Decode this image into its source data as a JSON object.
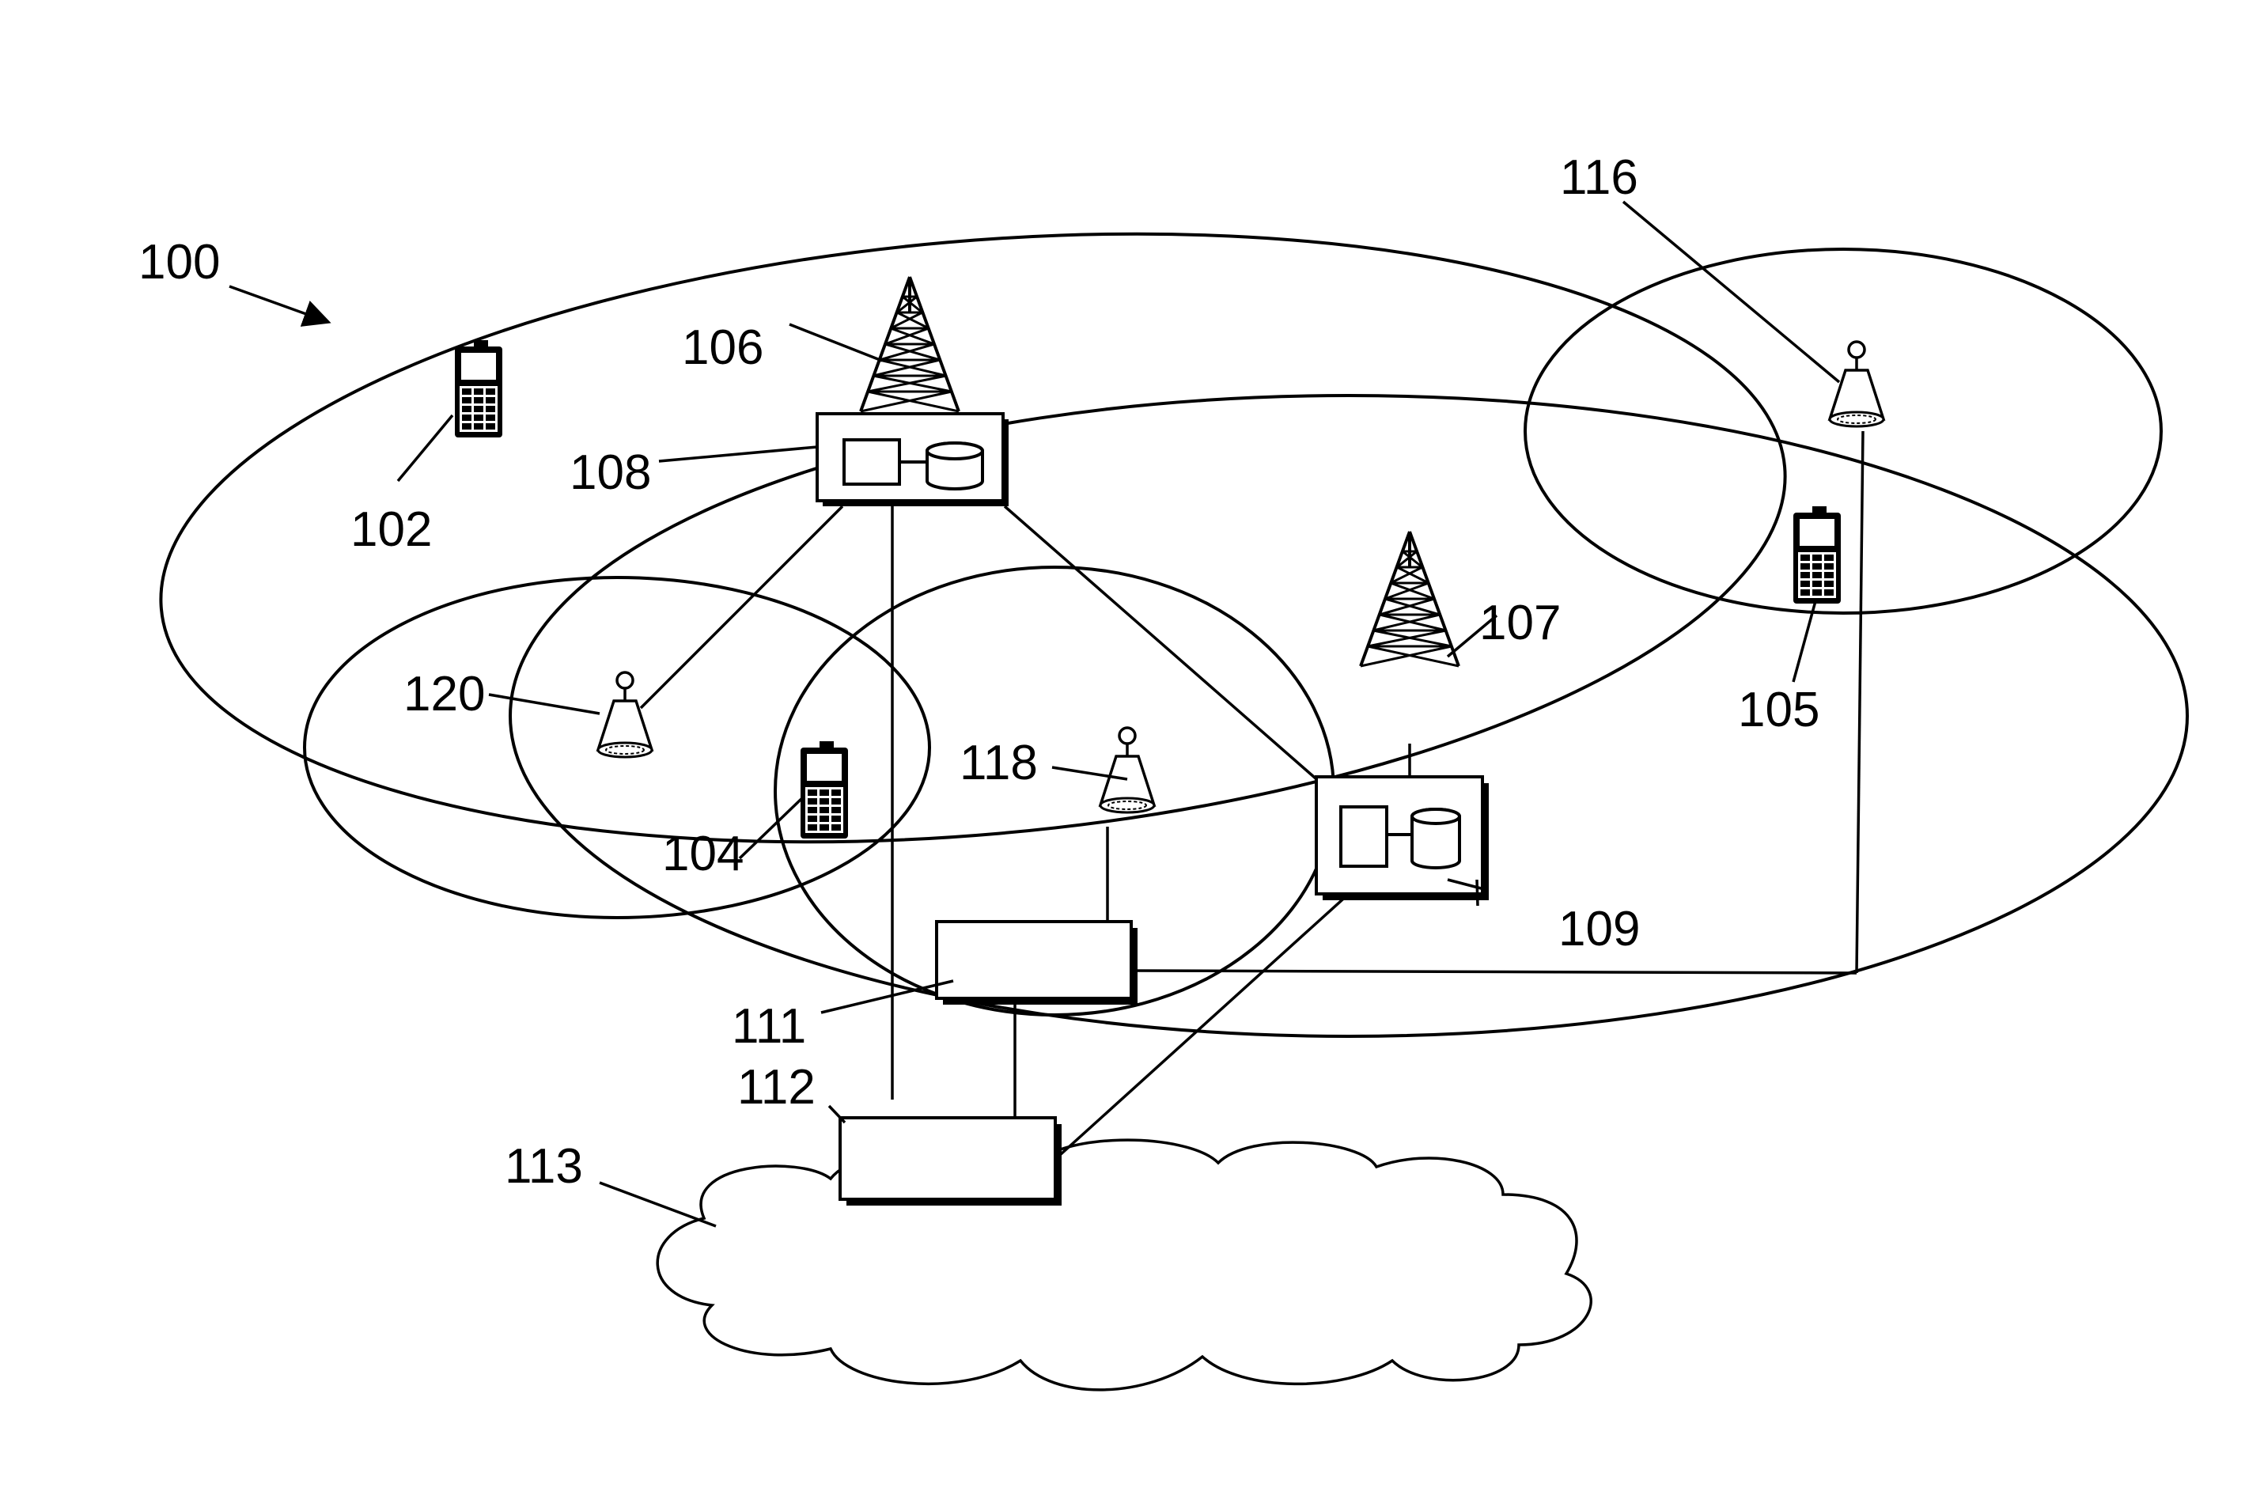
{
  "labels": {
    "system": "100",
    "ue_102": "102",
    "ue_104": "104",
    "ue_105": "105",
    "bs_106": "106",
    "bs_107": "107",
    "ctrl_108": "108",
    "ctrl_109": "109",
    "node_111": "111",
    "node_112": "112",
    "network_113": "113",
    "small_116": "116",
    "small_118": "118",
    "small_120": "120"
  }
}
